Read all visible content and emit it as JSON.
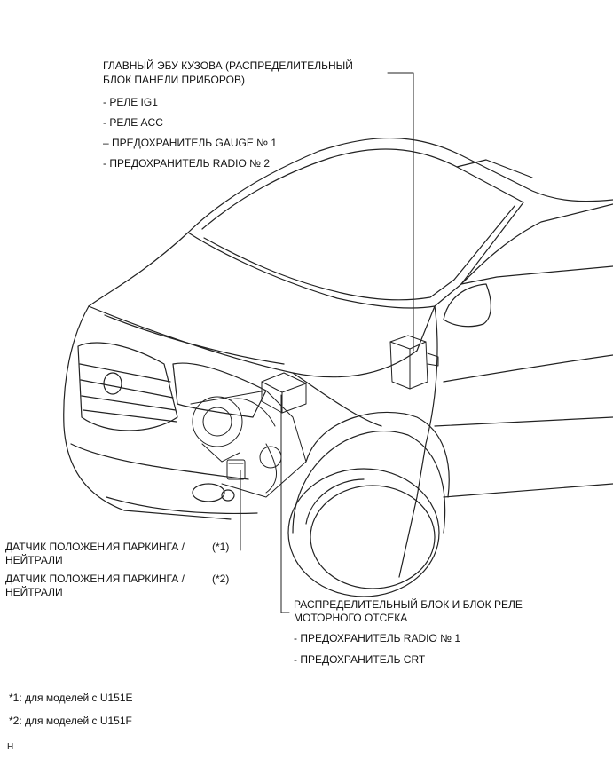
{
  "top_label": {
    "line1": "ГЛАВНЫЙ ЭБУ КУЗОВА (РАСПРЕДЕЛИТЕЛЬНЫЙ",
    "line2": "БЛОК ПАНЕЛИ ПРИБОРОВ)",
    "items": [
      "- РЕЛЕ IG1",
      "- РЕЛЕ ACC",
      "– ПРЕДОХРАНИТЕЛЬ GAUGE № 1",
      "- ПРЕДОХРАНИТЕЛЬ RADIO № 2"
    ]
  },
  "sensor1": {
    "line1": "ДАТЧИК ПОЛОЖЕНИЯ ПАРКИНГА /",
    "mark": "(*1)",
    "line2": "НЕЙТРАЛИ"
  },
  "sensor2": {
    "line1": "ДАТЧИК ПОЛОЖЕНИЯ ПАРКИНГА /",
    "mark": "(*2)",
    "line2": "НЕЙТРАЛИ"
  },
  "engine_block": {
    "line1": "РАСПРЕДЕЛИТЕЛЬНЫЙ БЛОК И БЛОК РЕЛЕ",
    "line2": "МОТОРНОГО ОТСЕКА",
    "items": [
      "- ПРЕДОХРАНИТЕЛЬ RADIO № 1",
      "- ПРЕДОХРАНИТЕЛЬ CRT"
    ]
  },
  "footnotes": [
    "*1: для моделей с U151E",
    "*2: для моделей с U151F"
  ],
  "corner_mark": "H",
  "colors": {
    "line": "#222222",
    "text": "#111111",
    "background": "#ffffff"
  }
}
